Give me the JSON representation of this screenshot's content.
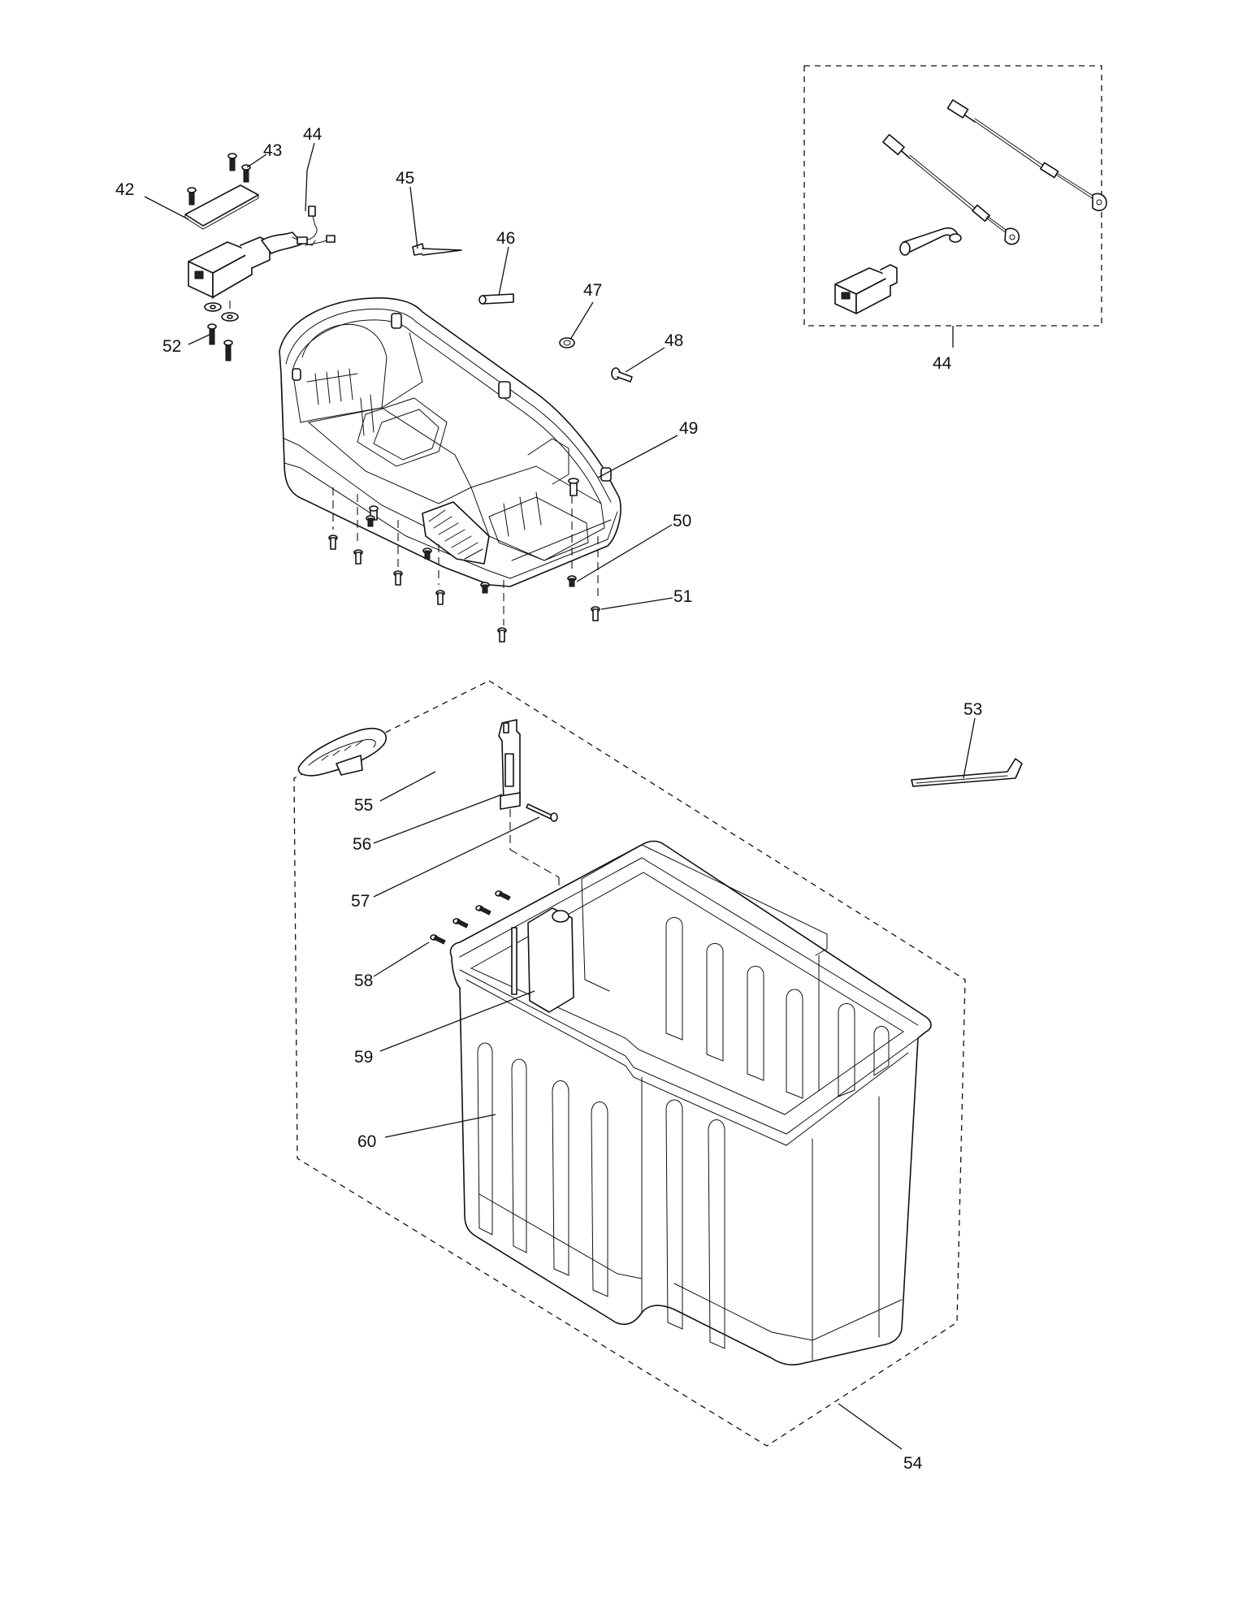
{
  "callouts": {
    "c42": "42",
    "c43": "43",
    "c44a": "44",
    "c44b": "44",
    "c45": "45",
    "c46": "46",
    "c47": "47",
    "c48": "48",
    "c49": "49",
    "c50": "50",
    "c51": "51",
    "c52": "52",
    "c53": "53",
    "c54": "54",
    "c55": "55",
    "c56": "56",
    "c57": "57",
    "c58": "58",
    "c59": "59",
    "c60": "60"
  }
}
